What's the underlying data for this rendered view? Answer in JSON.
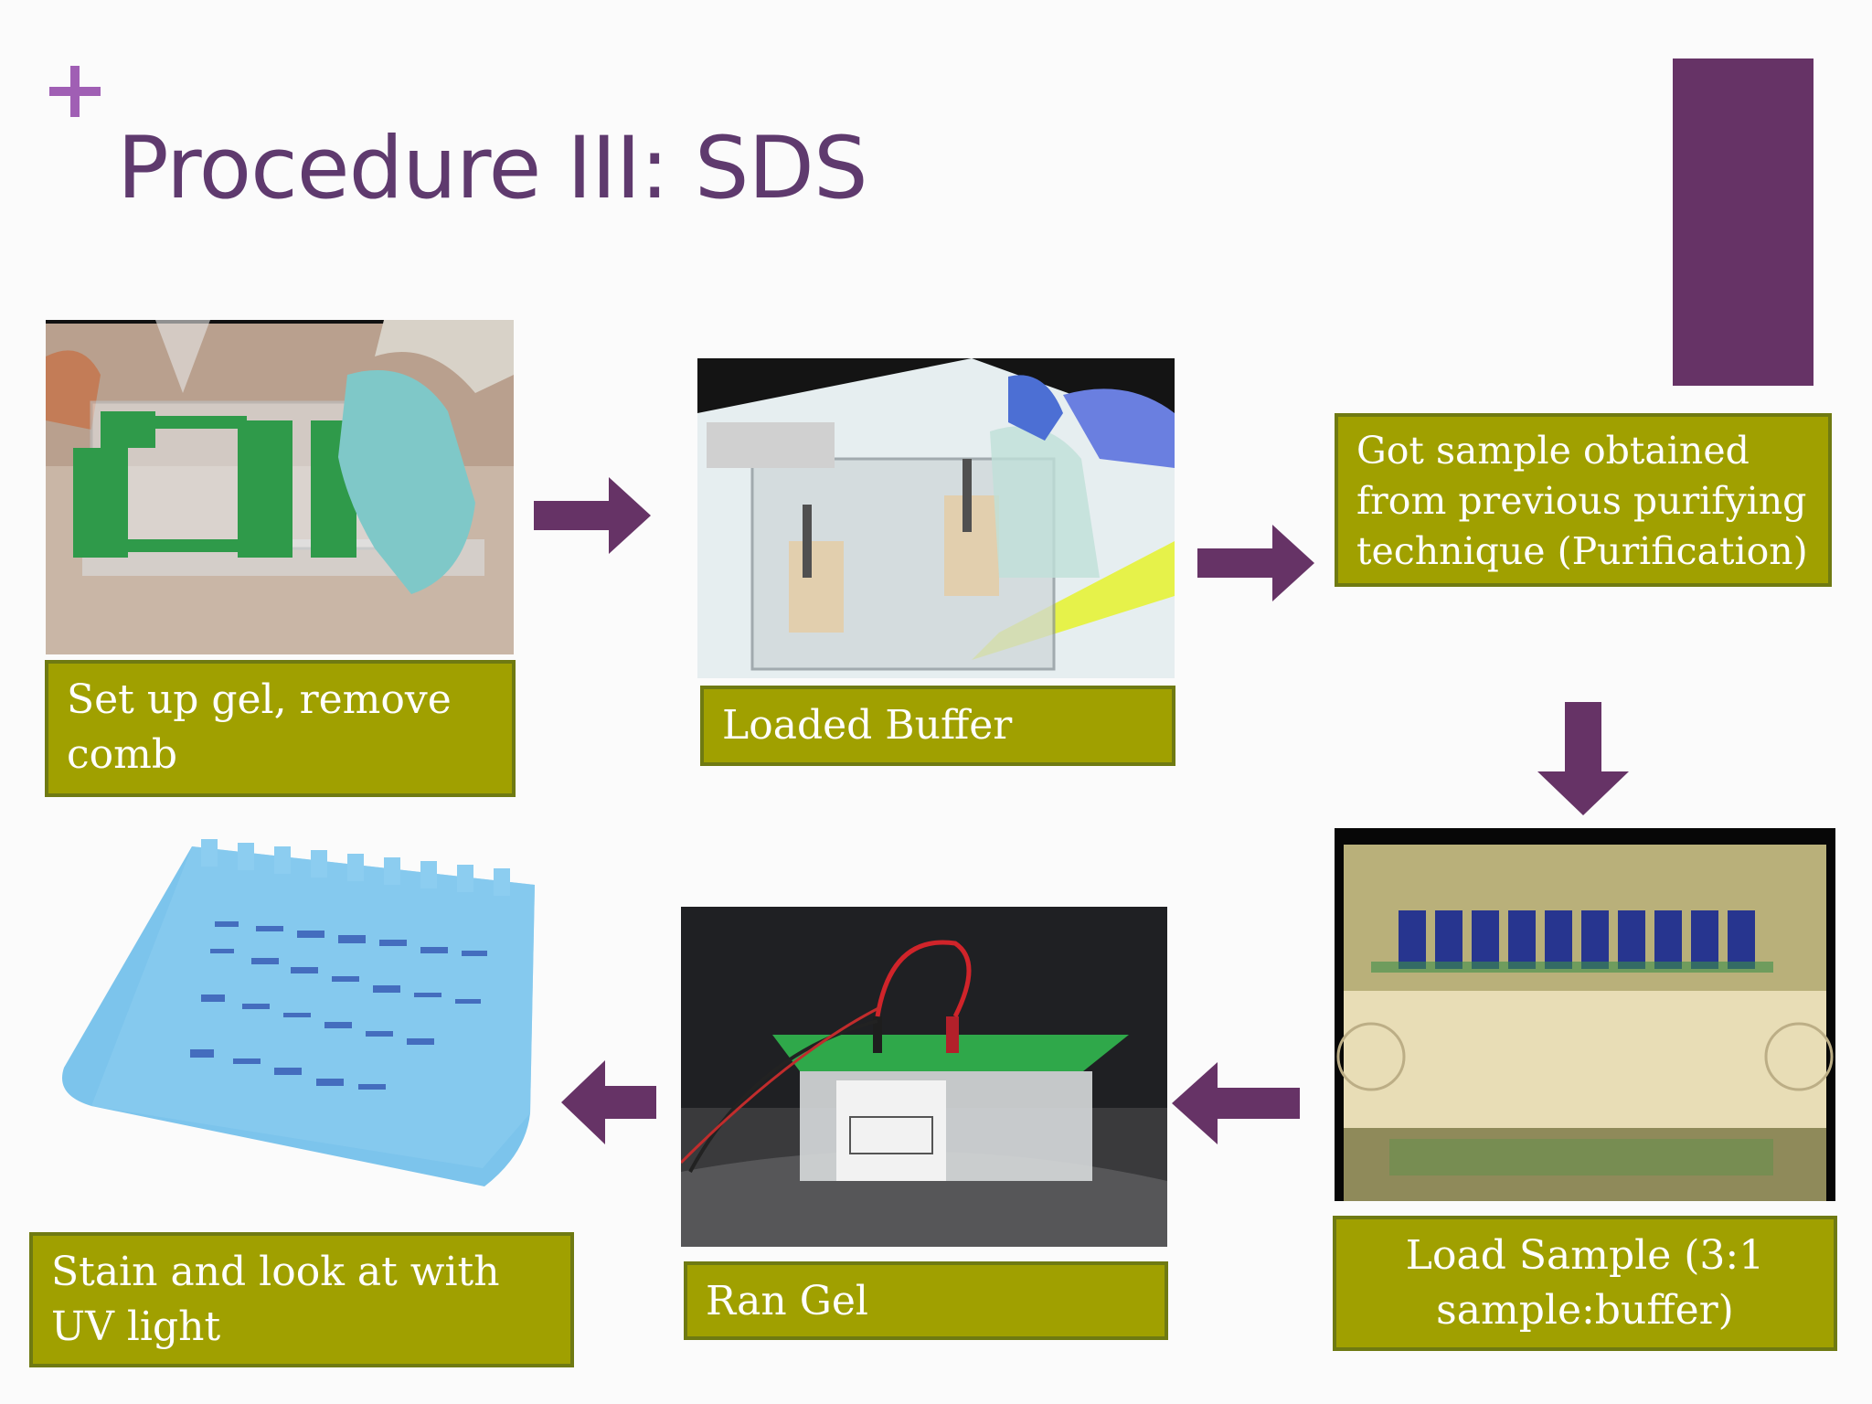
{
  "slide": {
    "title": "Procedure III: SDS",
    "colors": {
      "title": "#5f3a6e",
      "accent": "#663366",
      "caption_fill": "#a0a000",
      "arrow": "#663366",
      "plus": "#a05fb4"
    }
  },
  "steps": [
    {
      "caption": "Set up gel, remove comb",
      "image": "gel-casting-stand-photo"
    },
    {
      "caption": "Loaded Buffer",
      "image": "electrophoresis-tank-buffer-photo"
    },
    {
      "caption": "Got sample obtained from previous purifying technique (Purification)",
      "image": ""
    },
    {
      "caption": "Load Sample (3:1 sample:buffer)",
      "image": "gel-wells-loaded-photo"
    },
    {
      "caption": "Ran Gel",
      "image": "gel-running-apparatus-photo"
    },
    {
      "caption": "Stain and look at with UV light",
      "image": "stained-gel-photo"
    }
  ],
  "arrows": [
    "arrow-right",
    "arrow-right",
    "arrow-down",
    "arrow-left",
    "arrow-left"
  ]
}
